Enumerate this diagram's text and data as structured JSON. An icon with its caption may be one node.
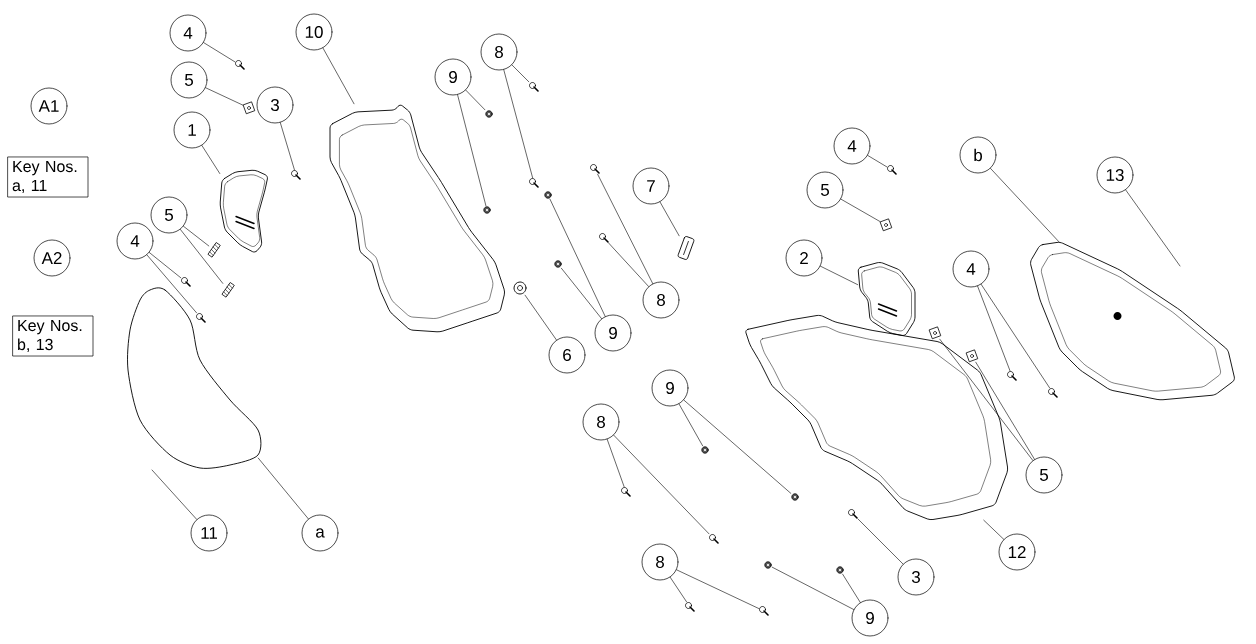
{
  "diagram": {
    "nodes": [
      {
        "text": [
          "4"
        ]
      },
      {
        "text": [
          "5"
        ]
      },
      {
        "text": [
          "3"
        ]
      },
      {
        "text": [
          "10"
        ]
      },
      {
        "text": [
          "1"
        ]
      },
      {
        "text": [
          "A1"
        ]
      },
      {
        "text": [
          "Key Nos. a, 11"
        ]
      },
      {
        "text": [
          "A2"
        ]
      },
      {
        "text": [
          "Key Nos. b, 13"
        ]
      },
      {
        "text": [
          "5"
        ]
      },
      {
        "text": [
          "4"
        ]
      },
      {
        "text": [
          "11"
        ]
      },
      {
        "text": [
          "a"
        ]
      },
      {
        "text": [
          "9"
        ]
      },
      {
        "text": [
          "8"
        ]
      },
      {
        "text": [
          "7"
        ]
      },
      {
        "text": [
          "8"
        ]
      },
      {
        "text": [
          "9"
        ]
      },
      {
        "text": [
          "6"
        ]
      },
      {
        "text": [
          "4"
        ]
      },
      {
        "text": [
          "5"
        ]
      },
      {
        "text": [
          "2"
        ]
      },
      {
        "text": [
          "b"
        ]
      },
      {
        "text": [
          "13"
        ]
      },
      {
        "text": [
          "4"
        ]
      },
      {
        "text": [
          "5"
        ]
      },
      {
        "text": [
          "9"
        ]
      },
      {
        "text": [
          "8"
        ]
      },
      {
        "text": [
          "3"
        ]
      },
      {
        "text": [
          "12"
        ]
      },
      {
        "text": [
          "8"
        ]
      },
      {
        "text": [
          "9"
        ]
      },
      {
        "text": [],
        "shape": "picture"
      },
      {
        "text": [],
        "shape": "picture"
      },
      {
        "text": [],
        "shape": "picture"
      },
      {
        "text": [],
        "shape": "picture"
      },
      {
        "text": [],
        "shape": "picture"
      },
      {
        "text": [],
        "shape": "picture"
      },
      {
        "text": [],
        "shape": "picture"
      },
      {
        "text": [],
        "shape": "picture"
      },
      {
        "text": [],
        "shape": "picture"
      },
      {
        "text": [],
        "shape": "picture"
      },
      {
        "text": [],
        "shape": "picture"
      },
      {
        "text": [],
        "shape": "picture"
      },
      {
        "text": [],
        "shape": "picture"
      },
      {
        "text": [],
        "shape": "picture"
      },
      {
        "text": [],
        "shape": "picture"
      },
      {
        "text": [],
        "shape": "picture"
      },
      {
        "text": [],
        "shape": "picture"
      },
      {
        "text": [],
        "shape": "picture"
      },
      {
        "text": [],
        "shape": "picture"
      },
      {
        "text": [],
        "shape": "picture"
      },
      {
        "text": [],
        "shape": "picture"
      },
      {
        "text": [],
        "shape": "picture"
      },
      {
        "text": [],
        "shape": "picture"
      },
      {
        "text": [],
        "shape": "picture"
      },
      {
        "text": [],
        "shape": "picture"
      },
      {
        "text": [],
        "shape": "picture"
      },
      {
        "text": [],
        "shape": "picture"
      },
      {
        "text": [],
        "shape": "picture"
      },
      {
        "text": [],
        "shape": "picture"
      },
      {
        "text": [],
        "shape": "picture"
      },
      {
        "text": [],
        "shape": "picture"
      },
      {
        "text": [],
        "shape": "picture"
      },
      {
        "text": [],
        "shape": "picture"
      },
      {
        "text": [],
        "shape": "picture"
      },
      {
        "text": [],
        "shape": "picture"
      },
      {
        "text": [],
        "shape": "picture"
      },
      {
        "text": [],
        "shape": "picture"
      },
      {
        "text": [],
        "shape": "picture"
      }
    ],
    "edges": [
      {
        "from": 0,
        "to": 32,
        "arrow": "none"
      },
      {
        "from": 1,
        "to": 33,
        "arrow": "none"
      },
      {
        "from": 2,
        "to": 34,
        "arrow": "none"
      },
      {
        "from": 3,
        "to": 35,
        "arrow": "none"
      },
      {
        "from": 4,
        "to": 36,
        "arrow": "none"
      },
      {
        "from": 9,
        "to": 37,
        "arrow": "none"
      },
      {
        "from": 9,
        "to": 38,
        "arrow": "none"
      },
      {
        "from": 10,
        "to": 39,
        "arrow": "none"
      },
      {
        "from": 10,
        "to": 40,
        "arrow": "none"
      },
      {
        "from": 11,
        "to": null,
        "arrow": "none"
      },
      {
        "from": 12,
        "to": 41,
        "arrow": "none"
      },
      {
        "from": 13,
        "to": 42,
        "arrow": "none"
      },
      {
        "from": 13,
        "to": 43,
        "arrow": "none"
      },
      {
        "from": 14,
        "to": 44,
        "arrow": "none"
      },
      {
        "from": 14,
        "to": 45,
        "arrow": "none"
      },
      {
        "from": 15,
        "to": 46,
        "arrow": "none"
      },
      {
        "from": 16,
        "to": 47,
        "arrow": "none"
      },
      {
        "from": 16,
        "to": 48,
        "arrow": "none"
      },
      {
        "from": 17,
        "to": 49,
        "arrow": "none"
      },
      {
        "from": 17,
        "to": 50,
        "arrow": "none"
      },
      {
        "from": 18,
        "to": 51,
        "arrow": "none"
      },
      {
        "from": 19,
        "to": 52,
        "arrow": "none"
      },
      {
        "from": 20,
        "to": 53,
        "arrow": "none"
      },
      {
        "from": 21,
        "to": 54,
        "arrow": "none"
      },
      {
        "from": 22,
        "to": 55,
        "arrow": "none"
      },
      {
        "from": 23,
        "to": null,
        "arrow": "none"
      },
      {
        "from": 24,
        "to": 56,
        "arrow": "none"
      },
      {
        "from": 24,
        "to": 57,
        "arrow": "none"
      },
      {
        "from": 25,
        "to": 58,
        "arrow": "none"
      },
      {
        "from": 25,
        "to": 59,
        "arrow": "none"
      },
      {
        "from": 26,
        "to": 60,
        "arrow": "none"
      },
      {
        "from": 26,
        "to": 61,
        "arrow": "none"
      },
      {
        "from": 27,
        "to": 62,
        "arrow": "none"
      },
      {
        "from": 27,
        "to": 63,
        "arrow": "none"
      },
      {
        "from": 28,
        "to": 64,
        "arrow": "none"
      },
      {
        "from": 29,
        "to": 65,
        "arrow": "none"
      },
      {
        "from": 30,
        "to": 66,
        "arrow": "none"
      },
      {
        "from": 30,
        "to": 67,
        "arrow": "none"
      },
      {
        "from": 31,
        "to": 68,
        "arrow": "none"
      },
      {
        "from": 31,
        "to": 69,
        "arrow": "none"
      }
    ]
  }
}
